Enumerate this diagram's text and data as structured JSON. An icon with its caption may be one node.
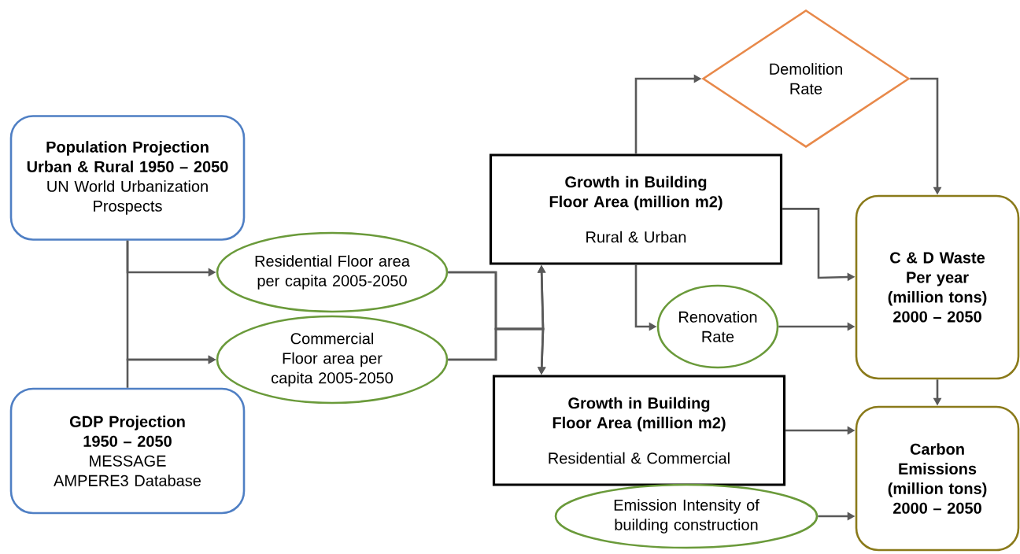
{
  "diagram": {
    "nodes": [
      {
        "text": [
          "Population Projection Urban & Rural 1950 – 2050",
          "UN World Urbanization Prospects"
        ]
      },
      {
        "text": [
          "GDP Projection 1950 – 2050",
          "MESSAGE AMPERE3 Database"
        ]
      },
      {
        "text": [
          "Residential Floor area per capita 2005-2050"
        ]
      },
      {
        "text": [
          "Commercial Floor area per capita 2005-2050"
        ]
      },
      {
        "text": [
          "Growth in Building Floor Area (million m2)",
          "Rural & Urban"
        ]
      },
      {
        "text": [
          "Growth in Building Floor Area (million m2)",
          "Residential & Commercial"
        ]
      },
      {
        "text": [
          "Demolition Rate"
        ]
      },
      {
        "text": [
          "Renovation Rate"
        ]
      },
      {
        "text": [
          "C & D Waste Per year (million tons) 2000 – 2050"
        ]
      },
      {
        "text": [
          "Carbon Emissions (million tons) 2000 – 2050"
        ]
      },
      {
        "text": [
          "Emission Intensity of building construction"
        ]
      }
    ],
    "edges": [
      {
        "from": 0,
        "to": 2,
        "arrow": "to"
      },
      {
        "from": 0,
        "to": 3,
        "arrow": "to"
      },
      {
        "from": 1,
        "to": 3,
        "arrow": "to"
      },
      {
        "from": 2,
        "to": 4,
        "arrow": "to"
      },
      {
        "from": 2,
        "to": 5,
        "arrow": "to"
      },
      {
        "from": 3,
        "to": 4,
        "arrow": "to"
      },
      {
        "from": 3,
        "to": 5,
        "arrow": "to"
      },
      {
        "from": 4,
        "to": 6,
        "arrow": "to"
      },
      {
        "from": 6,
        "to": 8,
        "arrow": "to"
      },
      {
        "from": 4,
        "to": 8,
        "arrow": "to"
      },
      {
        "from": 4,
        "to": 7,
        "arrow": "to"
      },
      {
        "from": 7,
        "to": 8,
        "arrow": "to"
      },
      {
        "from": 8,
        "to": 9,
        "arrow": "to"
      },
      {
        "from": 5,
        "to": 9,
        "arrow": "to"
      },
      {
        "from": 10,
        "to": 9,
        "arrow": "to"
      }
    ]
  }
}
